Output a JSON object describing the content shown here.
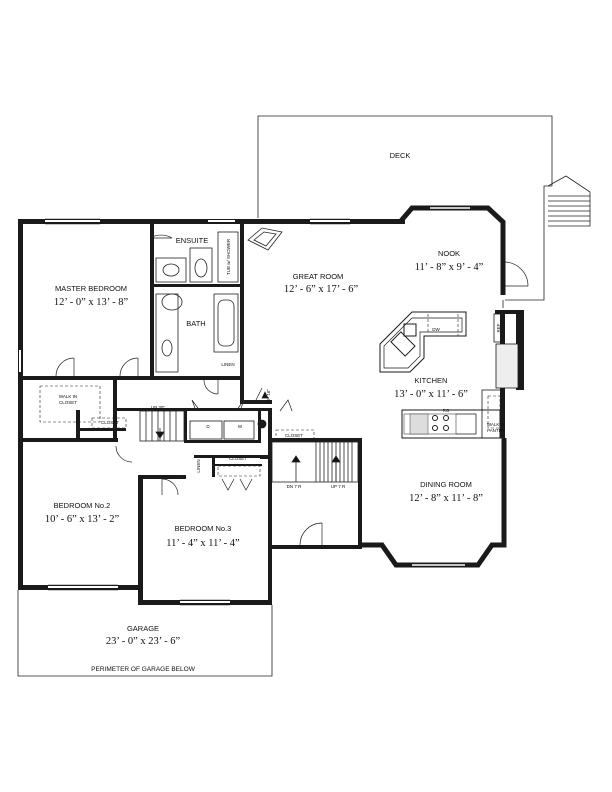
{
  "deck": {
    "label": "DECK"
  },
  "rooms": [
    {
      "key": "great_room",
      "name": "GREAT ROOM",
      "size": "12’ - 6” x 17’ - 6”"
    },
    {
      "key": "nook",
      "name": "NOOK",
      "size": "11’ - 8” x 9’ - 4”"
    },
    {
      "key": "kitchen",
      "name": "KITCHEN",
      "size": "13’ - 0” x 11’ - 6”"
    },
    {
      "key": "dining_room",
      "name": "DINING ROOM",
      "size": "12’ - 8” x 11’ - 8”"
    },
    {
      "key": "master_bedroom",
      "name": "MASTER BEDROOM",
      "size": "12’ - 0” x 13’ - 8”"
    },
    {
      "key": "bedroom_2",
      "name": "BEDROOM No.2",
      "size": "10’ - 6” x 13’ - 2”"
    },
    {
      "key": "bedroom_3",
      "name": "BEDROOM No.3",
      "size": "11’ - 4” x 11’ - 4”"
    },
    {
      "key": "garage",
      "name": "GARAGE",
      "size": "23’ - 0” x 23’ - 6”"
    }
  ],
  "labels": {
    "ensuite": "ENSUITE",
    "tub_shower": "TUB w/ SHOWER",
    "bath": "BATH",
    "linen_1": "LINEN",
    "linen_2": "LINEN",
    "walk_in_closet_1": "WALK IN",
    "walk_in_closet_2": "CLOSET",
    "closet_1": "CLOSET",
    "closet_2": "CLOSET",
    "closet_3": "CLOSET",
    "walk_in_pantry_1": "WALK IN",
    "walk_in_pantry_2": "PANTRY",
    "dw": "DW",
    "ref": "REF",
    "rg": "RG",
    "washer": "W",
    "dryer": "D",
    "up_30": "UP 30\"",
    "up_16": "UP 16\"",
    "dn_7r": "DN 7 R",
    "up_7r": "UP 7 R",
    "garage_perimeter": "PERIMETER OF GARAGE BELOW"
  }
}
